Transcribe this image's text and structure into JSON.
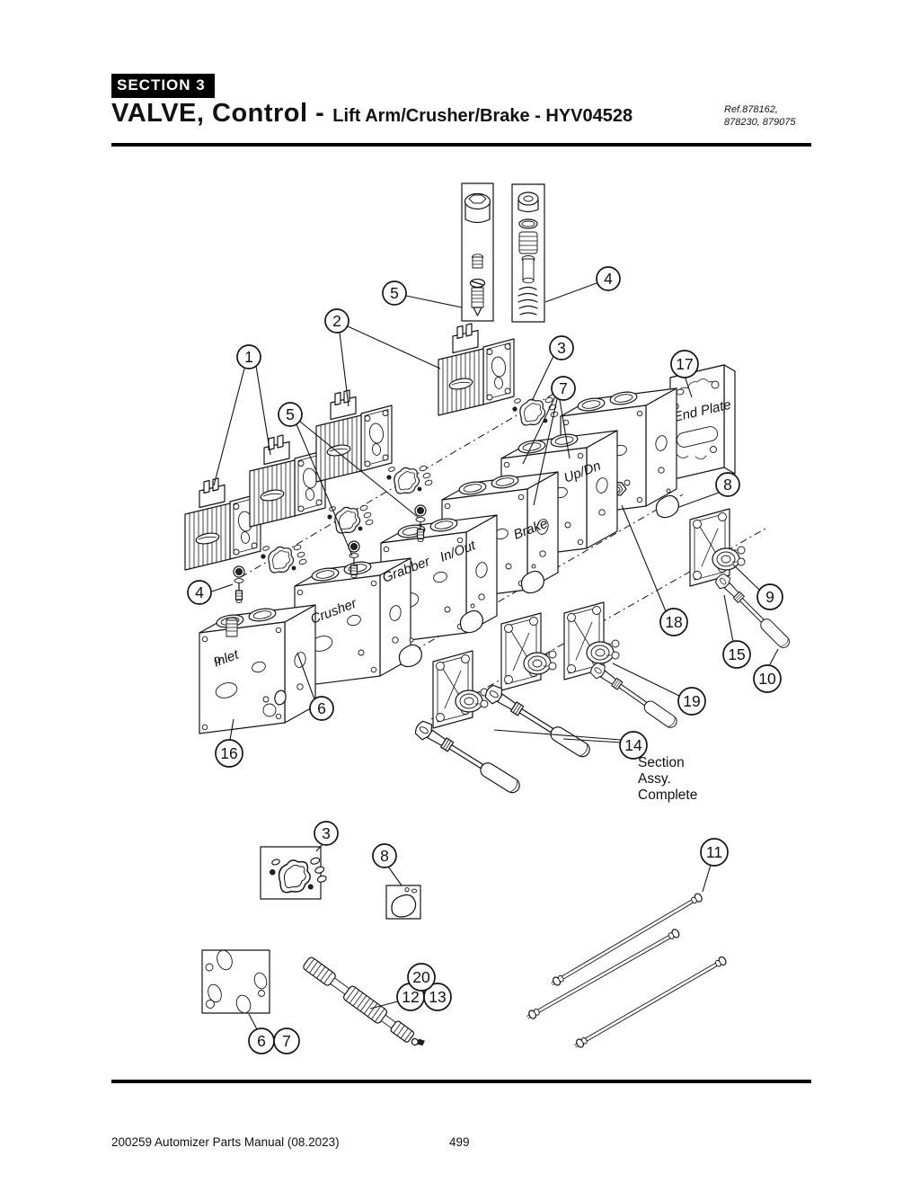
{
  "header": {
    "section_label": "SECTION 3",
    "title": "VALVE, Control -",
    "subtitle": "Lift Arm/Crusher/Brake - HYV04528",
    "ref_line1": "Ref.878162,",
    "ref_line2": "878230, 879075"
  },
  "footer": {
    "left": "200259 Automizer Parts Manual (08.2023)",
    "page": "499"
  },
  "diagram": {
    "labels": {
      "inlet": "Inlet",
      "crusher": "Crusher",
      "grabber": "Grabber",
      "inout": "In/Out",
      "brake": "Brake",
      "updn": "Up/Dn",
      "endplate": "End Plate"
    },
    "note": {
      "line1": "Section",
      "line2": "Assy.",
      "line3": "Complete"
    },
    "callouts": {
      "n1": "1",
      "n2": "2",
      "n3": "3",
      "n4": "4",
      "n5": "5",
      "n6": "6",
      "n7": "7",
      "n8": "8",
      "n9": "9",
      "n10": "10",
      "n11": "11",
      "n12": "12",
      "n13": "13",
      "n14": "14",
      "n15": "15",
      "n16": "16",
      "n17": "17",
      "n18": "18",
      "n19": "19",
      "n20": "20"
    }
  }
}
